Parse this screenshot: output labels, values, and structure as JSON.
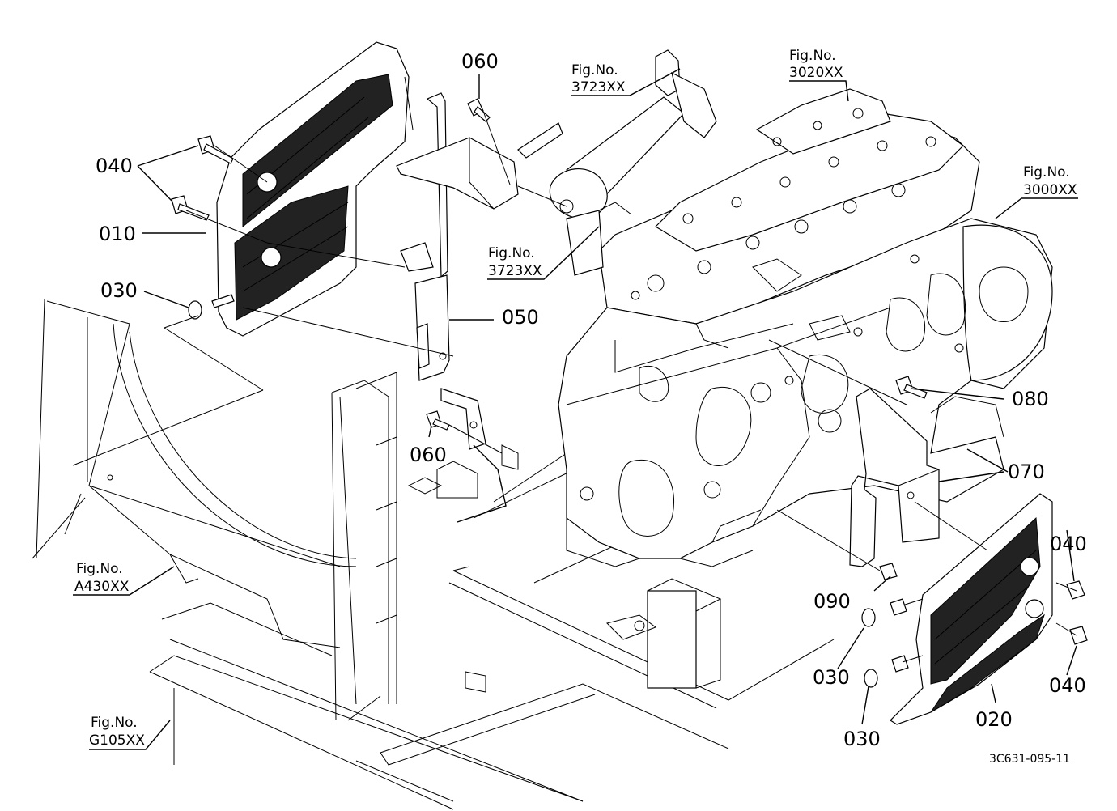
{
  "labels": {
    "p010": "010",
    "p020": "020",
    "p030a": "030",
    "p030b": "030",
    "p030c": "030",
    "p040a": "040",
    "p040b": "040",
    "p040c": "040",
    "p050": "050",
    "p060a": "060",
    "p060b": "060",
    "p070": "070",
    "p080": "080",
    "p090": "090"
  },
  "figrefs": {
    "f3723a": {
      "line1": "Fig.No.",
      "line2": "3723XX"
    },
    "f3723b": {
      "line1": "Fig.No.",
      "line2": "3723XX"
    },
    "f3020": {
      "line1": "Fig.No.",
      "line2": "3020XX"
    },
    "f3000": {
      "line1": "Fig.No.",
      "line2": "3000XX"
    },
    "fA430": {
      "line1": "Fig.No.",
      "line2": "A430XX"
    },
    "fG105": {
      "line1": "Fig.No.",
      "line2": "G105XX"
    }
  },
  "drawing_code": "3C631-095-11"
}
